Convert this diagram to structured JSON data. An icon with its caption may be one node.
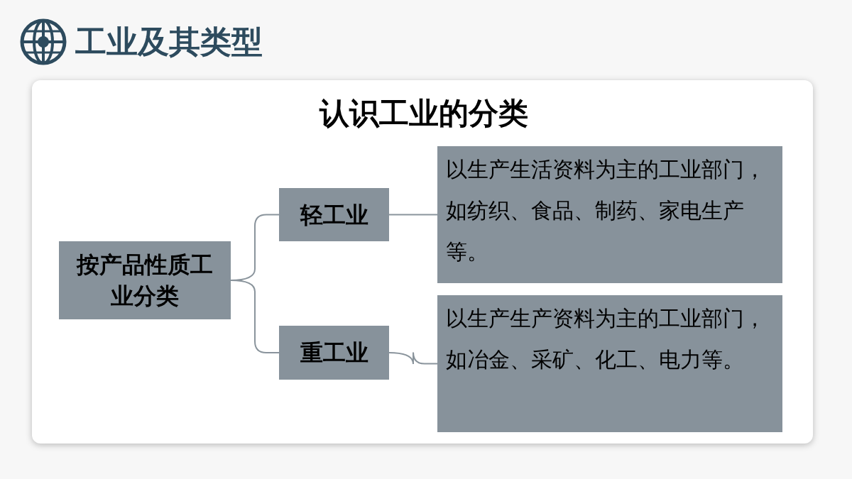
{
  "diagram": {
    "title": "工业及其类型",
    "nodes": [
      {
        "text": [
          "按产品性质工业分类"
        ]
      },
      {
        "text": [
          "轻工业"
        ]
      },
      {
        "text": [
          "重工业"
        ]
      },
      {
        "text": [
          "以生产生活资料为主的工业部门，如纺织、食品、制药、家电生产等。"
        ]
      },
      {
        "text": [
          "以生产生产资料为主的工业部门，如冶金、采矿、化工、电力等。"
        ]
      }
    ],
    "edges": [
      {
        "from": 0,
        "to": 1,
        "arrow": "none"
      },
      {
        "from": 0,
        "to": 2,
        "arrow": "none"
      },
      {
        "from": 1,
        "to": 3,
        "arrow": "none"
      },
      {
        "from": 2,
        "to": 4,
        "arrow": "none"
      }
    ],
    "labels": [
      "认识工业的分类"
    ]
  }
}
